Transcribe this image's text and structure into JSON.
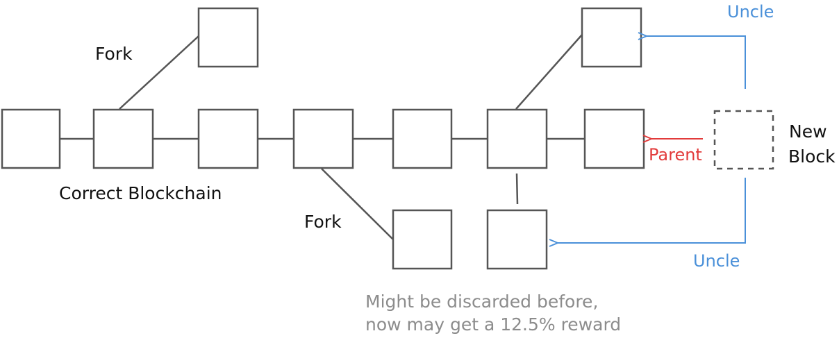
{
  "labels": {
    "fork_top": "Fork",
    "fork_bottom": "Fork",
    "correct_chain": "Correct Blockchain",
    "uncle_top": "Uncle",
    "uncle_bottom": "Uncle",
    "parent": "Parent",
    "new_block_line1": "New",
    "new_block_line2": "Block",
    "note_line1": "Might be discarded before,",
    "note_line2": "now may get a 12.5% reward"
  },
  "colors": {
    "block_stroke": "#555555",
    "uncle": "#4a90d9",
    "parent": "#e23b3b",
    "note": "#8c8c8c",
    "text": "#111111"
  }
}
